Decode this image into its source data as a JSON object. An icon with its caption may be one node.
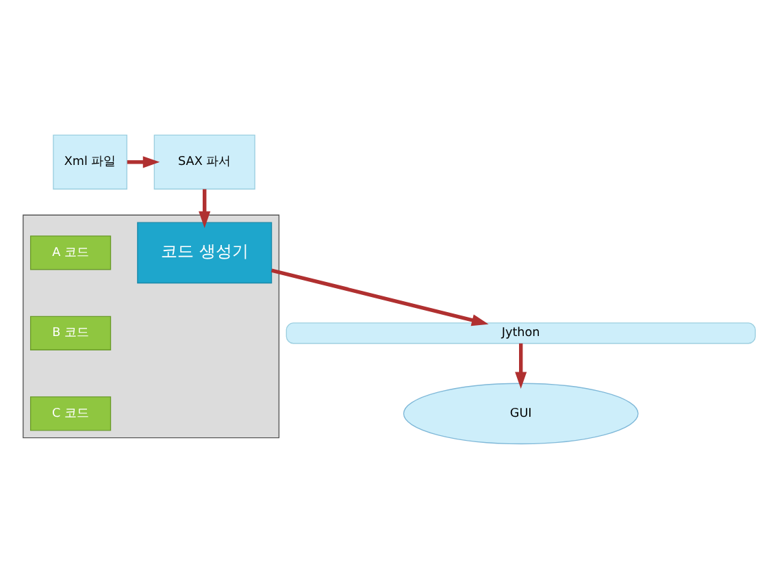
{
  "diagram": {
    "nodes": [
      {
        "text": [],
        "shape": "box"
      },
      {
        "text": [
          "A 코드"
        ],
        "in": 0
      },
      {
        "text": [
          "B 코드"
        ],
        "in": 0
      },
      {
        "text": [
          "C 코드"
        ],
        "in": 0
      },
      {
        "text": [
          "SAX 파서"
        ]
      },
      {
        "text": [
          "Xml 파일"
        ]
      },
      {
        "text": [
          "코드 생성기"
        ],
        "in": 0
      },
      {
        "text": [
          "Jython"
        ]
      },
      {
        "text": [
          "GUI"
        ]
      }
    ],
    "edges": [
      {
        "from": 5,
        "to": 4,
        "arrow": "to"
      },
      {
        "from": 4,
        "to": 6,
        "arrow": "to"
      },
      {
        "from": 6,
        "to": 7,
        "arrow": "to"
      },
      {
        "from": 7,
        "to": 8,
        "arrow": "to"
      }
    ]
  }
}
